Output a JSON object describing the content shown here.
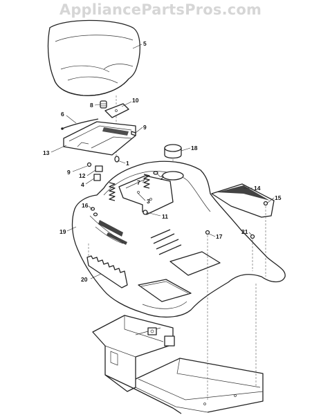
{
  "watermark": "AppliancePartsPros.com",
  "callouts": {
    "c1": "1",
    "c2": "2",
    "c3": "3",
    "c4": "4",
    "c5": "5",
    "c6": "6",
    "c7": "7",
    "c8": "8",
    "c9a": "9",
    "c9b": "9",
    "c10": "10",
    "c11": "11",
    "c12": "12",
    "c13": "13",
    "c14": "14",
    "c15": "15",
    "c16": "16",
    "c17": "17",
    "c18": "18",
    "c19": "19",
    "c20": "20",
    "c21": "21"
  }
}
